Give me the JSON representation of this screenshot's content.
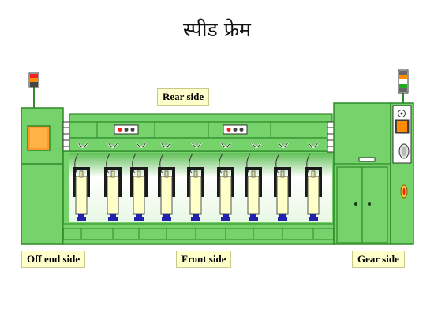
{
  "title": "स्पीड फ्रेम",
  "labels": {
    "rear": "Rear side",
    "off_end": "Off end side",
    "front": "Front side",
    "gear": "Gear side"
  },
  "colors": {
    "machine_green": "#76d26a",
    "machine_dark": "#2f8a2a",
    "bobbin": "#ffffc8",
    "spindle_base": "#2222aa",
    "beacon_red": "#ee2222",
    "beacon_orange": "#ff8c00",
    "label_bg": "#ffffcc"
  },
  "spindle_count": 9,
  "drafting_units": 8
}
